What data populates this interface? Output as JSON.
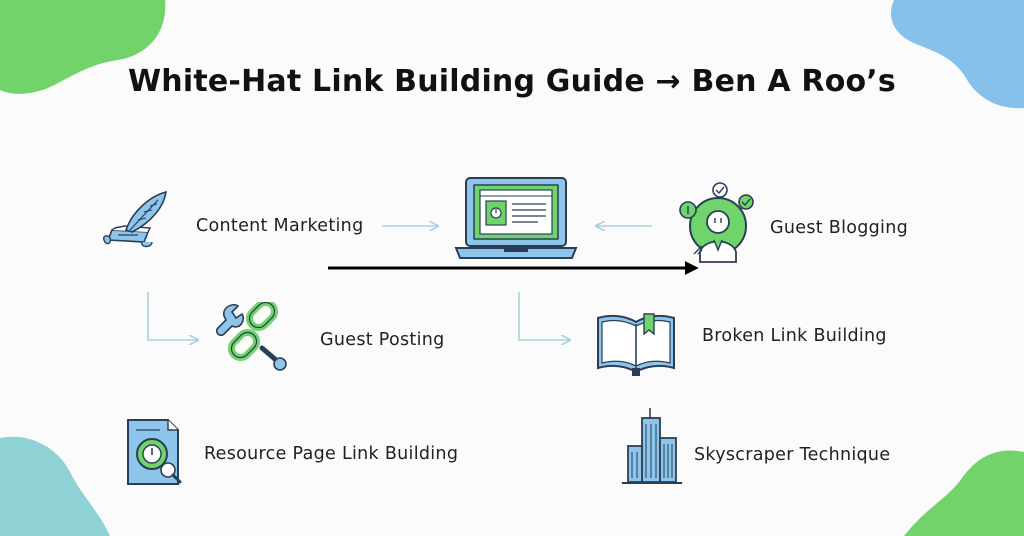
{
  "title": "White-Hat Link Building Guide → Ben A Roo’s",
  "nodes": {
    "content_marketing": "Content Marketing",
    "guest_blogging": "Guest Blogging",
    "guest_posting": "Guest Posting",
    "broken_link_building": "Broken Link Building",
    "resource_page_link_building": "Resource Page Link Building",
    "skyscraper_technique": "Skyscraper Technique"
  },
  "icons": {
    "content_marketing": "quill-pen-icon",
    "center": "laptop-icon",
    "guest_blogging": "person-network-icon",
    "guest_posting": "wrench-chain-link-icon",
    "broken_link_building": "open-book-icon",
    "resource_page_link_building": "document-magnifier-icon",
    "skyscraper_technique": "skyscraper-icon"
  },
  "colors": {
    "green": "#6fd46a",
    "blue": "#7eb7e3",
    "line": "#a9d1de",
    "dark": "#2c3e57"
  }
}
